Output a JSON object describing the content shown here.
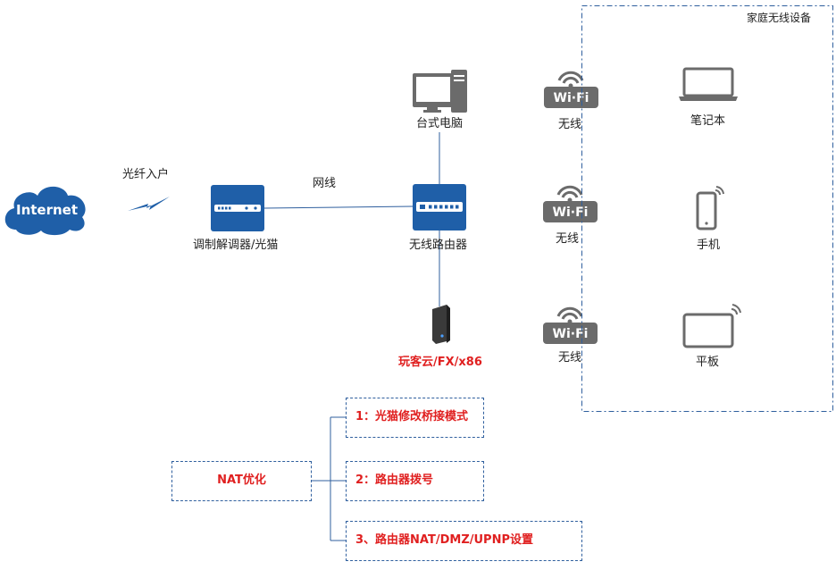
{
  "internet": {
    "label": "Internet"
  },
  "fiber": {
    "label": "光纤入户"
  },
  "cable": {
    "label": "网线"
  },
  "modem": {
    "label": "调制解调器/光猫"
  },
  "router": {
    "label": "无线路由器"
  },
  "desktop": {
    "label": "台式电脑"
  },
  "server": {
    "label": "玩客云/FX/x86"
  },
  "wifi_icon_text": "Wi-Fi",
  "wifi_labels": [
    "无线",
    "无线",
    "无线"
  ],
  "home_group": {
    "title": "家庭无线设备"
  },
  "devices": [
    {
      "label": "笔记本",
      "icon": "laptop-icon"
    },
    {
      "label": "手机",
      "icon": "phone-icon"
    },
    {
      "label": "平板",
      "icon": "tablet-icon"
    }
  ],
  "nat": {
    "title": "NAT优化",
    "items": [
      "1：光猫修改桥接模式",
      "2：路由器拨号",
      "3、路由器NAT/DMZ/UPNP设置"
    ]
  },
  "colors": {
    "accent": "#1f5fa8",
    "line": "#2f5f9e",
    "highlight": "#e02020",
    "icon_gray": "#6b6b6b"
  }
}
